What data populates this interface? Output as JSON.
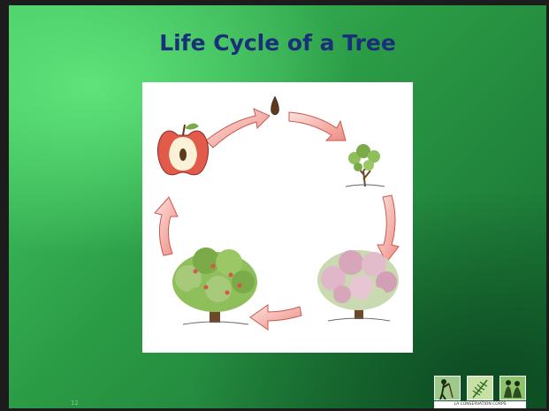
{
  "slide": {
    "title": "Life Cycle of a Tree",
    "page_number": "12"
  },
  "diagram": {
    "stages": [
      {
        "name": "seed",
        "icon": "seed-icon"
      },
      {
        "name": "young tree",
        "icon": "sapling-icon"
      },
      {
        "name": "flowering tree",
        "icon": "flowering-tree-icon"
      },
      {
        "name": "fruiting tree",
        "icon": "fruiting-tree-icon"
      },
      {
        "name": "apple fruit",
        "icon": "apple-icon"
      }
    ],
    "arrow_color": "#f4a89f"
  },
  "logo": {
    "text": "LA CONSERVATION CORPS",
    "icons": [
      "worker-icon",
      "fern-icon",
      "people-icon"
    ]
  },
  "colors": {
    "title": "#1a2f7a",
    "background_light": "#5fe37a",
    "background_dark": "#166b31"
  }
}
